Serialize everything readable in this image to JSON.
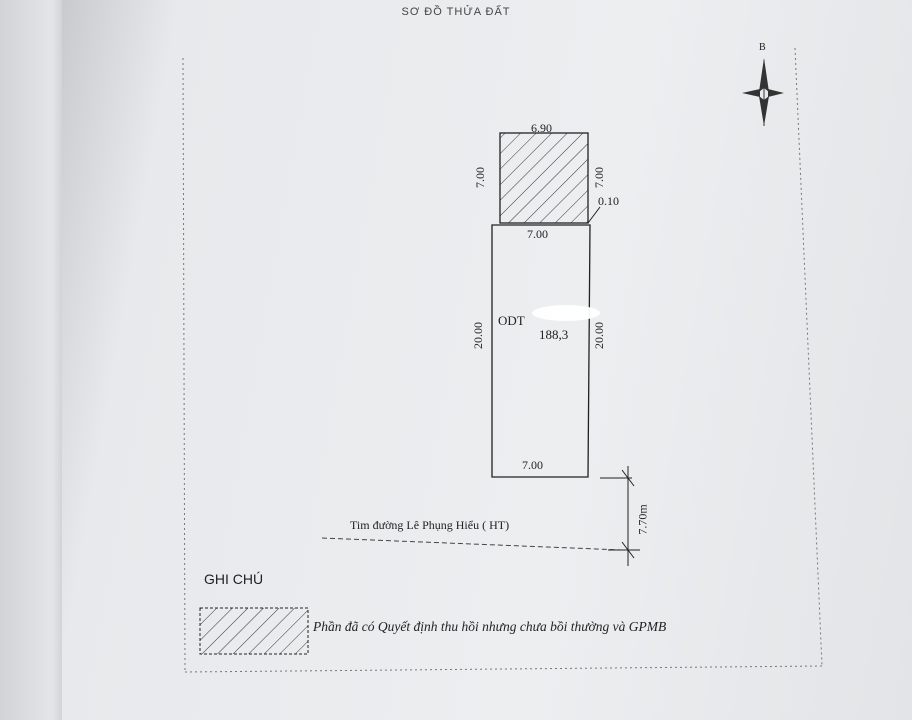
{
  "header": {
    "title": "SƠ ĐỒ THỬA ĐẤT"
  },
  "compass": {
    "north_label": "B"
  },
  "parcel": {
    "top_width": "6.90",
    "upper_left": "7.00",
    "upper_right": "7.00",
    "offset": "0.10",
    "divider_width": "7.00",
    "lower_left": "20.00",
    "lower_right": "20.00",
    "bottom_width": "7.00",
    "land_code": "ODT",
    "area": "188,3"
  },
  "road": {
    "label": "Tim đường Lê Phụng Hiểu ( HT)",
    "distance": "7.70m"
  },
  "notes": {
    "heading": "GHI CHÚ",
    "hatch_legend": "Phần đã có Quyết định thu hồi nhưng chưa bồi thường và GPMB"
  }
}
